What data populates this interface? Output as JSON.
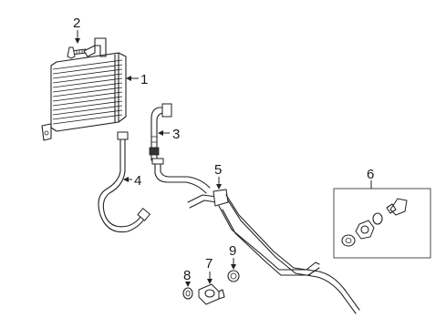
{
  "callouts": {
    "c1": "1",
    "c2": "2",
    "c3": "3",
    "c4": "4",
    "c5": "5",
    "c6": "6",
    "c7": "7",
    "c8": "8",
    "c9": "9"
  },
  "parts": [
    {
      "number": "1",
      "icon": "oil-cooler-icon"
    },
    {
      "number": "2",
      "icon": "bolt-icon"
    },
    {
      "number": "3",
      "icon": "cooler-tube-icon"
    },
    {
      "number": "4",
      "icon": "return-hose-icon"
    },
    {
      "number": "5",
      "icon": "cooler-line-assembly-icon"
    },
    {
      "number": "6",
      "icon": "fitting-kit-icon"
    },
    {
      "number": "7",
      "icon": "connector-icon"
    },
    {
      "number": "8",
      "icon": "washer-icon"
    },
    {
      "number": "9",
      "icon": "washer-icon"
    }
  ]
}
